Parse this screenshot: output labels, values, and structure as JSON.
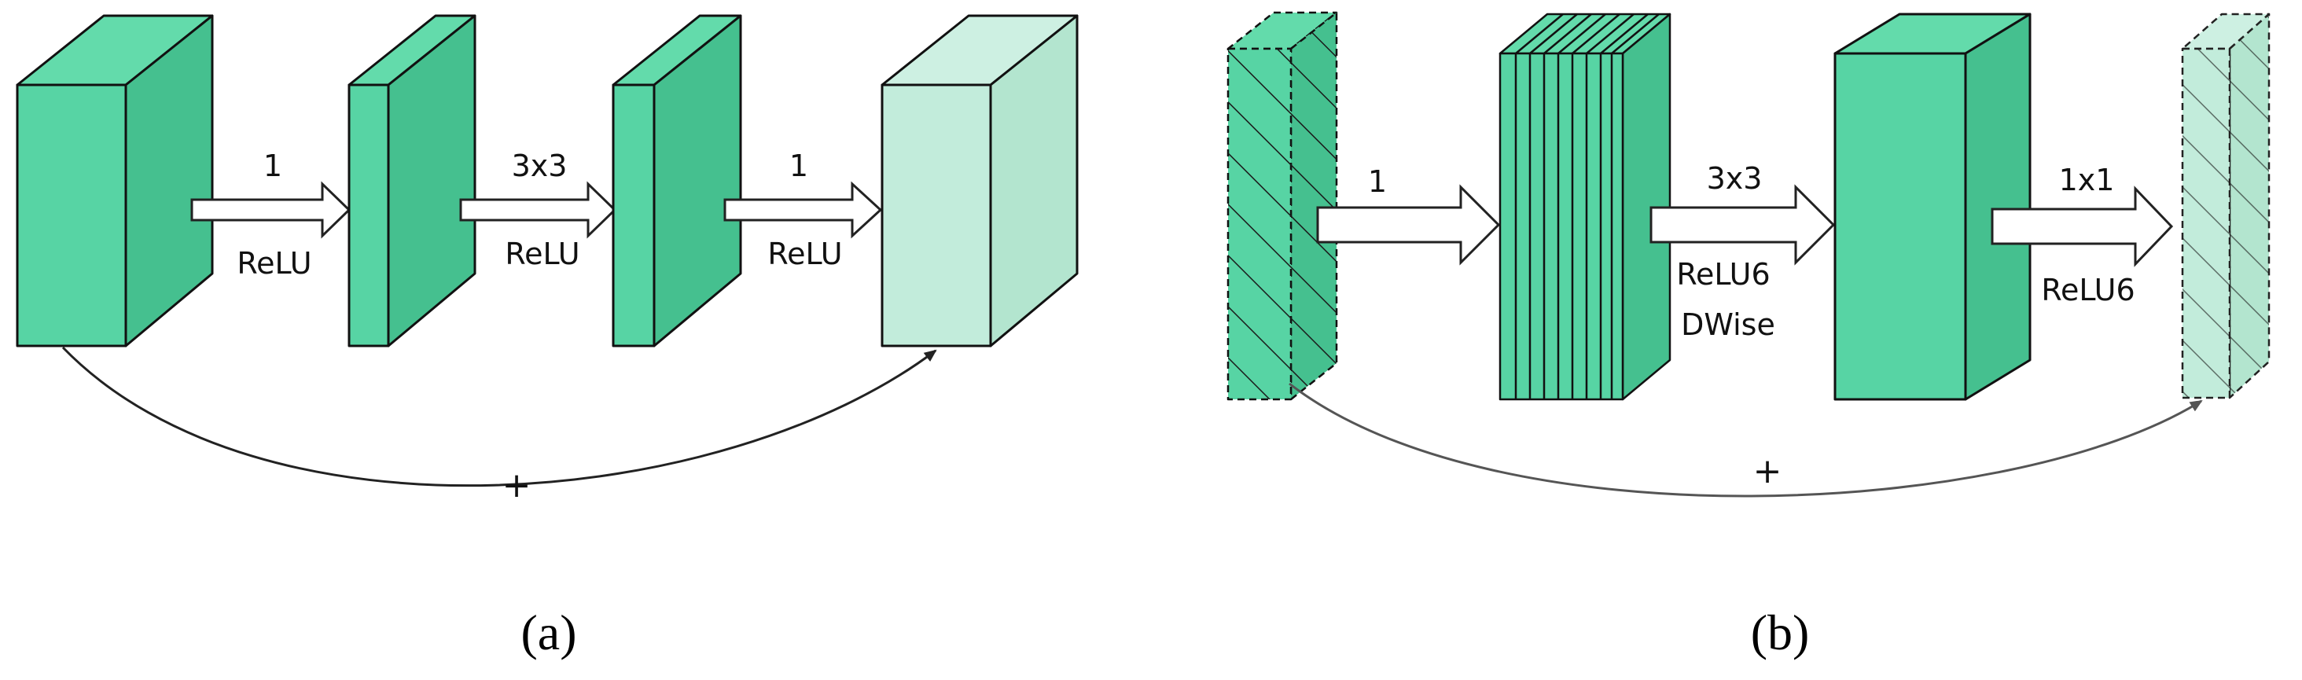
{
  "colors": {
    "block_fill": "#57d4a4",
    "block_top": "#63dbab",
    "block_side": "#45c08f",
    "output_fill": "#c2ecdb",
    "output_side": "#b3e5cf",
    "outline": "#111111"
  },
  "panel_a": {
    "caption": "(a)",
    "arrows": [
      {
        "top": "1",
        "bottom": "ReLU"
      },
      {
        "top": "3x3",
        "bottom": "ReLU"
      },
      {
        "top": "1",
        "bottom": "ReLU"
      }
    ],
    "skip_symbol": "+"
  },
  "panel_b": {
    "caption": "(b)",
    "arrows": [
      {
        "top": "1",
        "bottom": "",
        "bottom2": ""
      },
      {
        "top": "3x3",
        "bottom": "ReLU6",
        "bottom2": "DWise"
      },
      {
        "top": "1x1",
        "bottom": "ReLU6",
        "bottom2": ""
      }
    ],
    "skip_symbol": "+"
  }
}
